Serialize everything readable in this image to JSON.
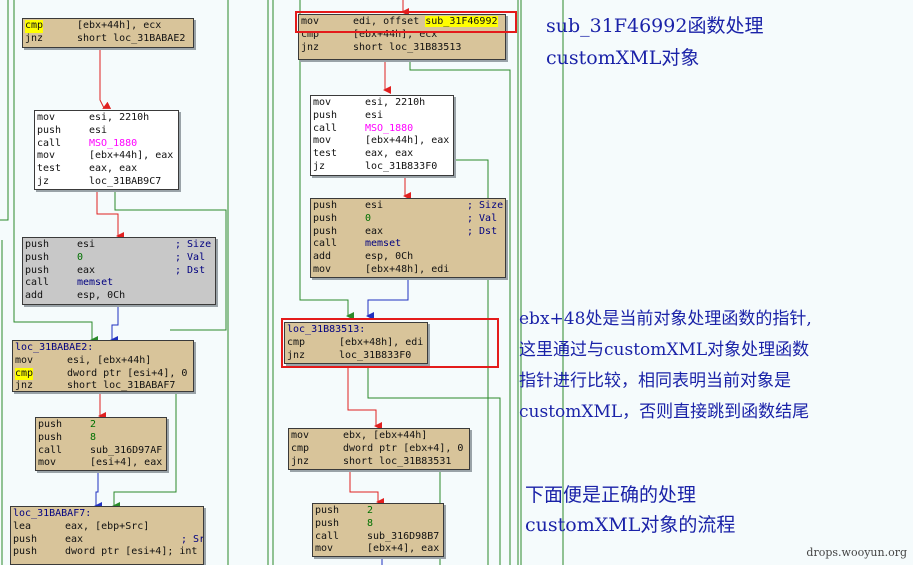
{
  "annotations": {
    "a1_line1": "sub_31F46992函数处理",
    "a1_line2": "customXML对象",
    "a2_line1": "ebx+48处是当前对象处理函数的指针,",
    "a2_line2": "这里通过与customXML对象处理函数",
    "a2_line3": "指针进行比较，相同表明当前对象是",
    "a2_line4": "customXML，否则直接跳到函数结尾",
    "a3_line1": "下面便是正确的处理",
    "a3_line2": "customXML对象的流程"
  },
  "watermark": "drops.wooyun.org",
  "left_graph": {
    "b1": [
      {
        "m": "cmp",
        "o": "[ebx+44h], ecx",
        "hl": "yellow"
      },
      {
        "m": "jnz",
        "o": "short loc_31BABAE2"
      }
    ],
    "b2": [
      {
        "m": "mov",
        "o": "esi, 2210h"
      },
      {
        "m": "push",
        "o": "esi"
      },
      {
        "m": "call",
        "o": "MSO_1880"
      },
      {
        "m": "mov",
        "o": "[ebx+44h], eax"
      },
      {
        "m": "test",
        "o": "eax, eax"
      },
      {
        "m": "jz",
        "o": "loc_31BAB9C7"
      }
    ],
    "b3": [
      {
        "m": "push",
        "o": "esi",
        "c": "; Size"
      },
      {
        "m": "push",
        "o": "0",
        "c": "; Val"
      },
      {
        "m": "push",
        "o": "eax",
        "c": "; Dst"
      },
      {
        "m": "call",
        "o": "memset"
      },
      {
        "m": "add",
        "o": "esp, 0Ch"
      }
    ],
    "b4_label": "loc_31BABAE2:",
    "b4": [
      {
        "m": "mov",
        "o": "esi, [ebx+44h]"
      },
      {
        "m": "cmp",
        "o": "dword ptr [esi+4], 0",
        "hl": "yellow"
      },
      {
        "m": "jnz",
        "o": "short loc_31BABAF7"
      }
    ],
    "b5": [
      {
        "m": "push",
        "o": "2"
      },
      {
        "m": "push",
        "o": "8"
      },
      {
        "m": "call",
        "o": "sub_316D97AF"
      },
      {
        "m": "mov",
        "o": "[esi+4], eax"
      }
    ],
    "b6_label": "loc_31BABAF7:",
    "b6": [
      {
        "m": "lea",
        "o": "eax, [ebp+Src]"
      },
      {
        "m": "push",
        "o": "eax",
        "c": "; Src"
      },
      {
        "m": "push",
        "o": "dword ptr [esi+4]; int"
      }
    ]
  },
  "right_graph": {
    "r1": [
      {
        "m": "mov",
        "o": "edi, offset sub_31F46992"
      },
      {
        "m": "cmp",
        "o": "[ebx+44h], ecx"
      },
      {
        "m": "jnz",
        "o": "short loc_31B83513"
      }
    ],
    "r2": [
      {
        "m": "mov",
        "o": "esi, 2210h"
      },
      {
        "m": "push",
        "o": "esi"
      },
      {
        "m": "call",
        "o": "MSO_1880"
      },
      {
        "m": "mov",
        "o": "[ebx+44h], eax"
      },
      {
        "m": "test",
        "o": "eax, eax"
      },
      {
        "m": "jz",
        "o": "loc_31B833F0"
      }
    ],
    "r3": [
      {
        "m": "push",
        "o": "esi",
        "c": "; Size"
      },
      {
        "m": "push",
        "o": "0",
        "c": "; Val"
      },
      {
        "m": "push",
        "o": "eax",
        "c": "; Dst"
      },
      {
        "m": "call",
        "o": "memset"
      },
      {
        "m": "add",
        "o": "esp, 0Ch"
      },
      {
        "m": "mov",
        "o": "[ebx+48h], edi"
      }
    ],
    "r4_label": "loc_31B83513:",
    "r4": [
      {
        "m": "cmp",
        "o": "[ebx+48h], edi"
      },
      {
        "m": "jnz",
        "o": "loc_31B833F0"
      }
    ],
    "r5": [
      {
        "m": "mov",
        "o": "ebx, [ebx+44h]"
      },
      {
        "m": "cmp",
        "o": "dword ptr [ebx+4], 0"
      },
      {
        "m": "jnz",
        "o": "short loc_31B83531"
      }
    ],
    "r6": [
      {
        "m": "push",
        "o": "2"
      },
      {
        "m": "push",
        "o": "8"
      },
      {
        "m": "call",
        "o": "sub_316D98B7"
      },
      {
        "m": "mov",
        "o": "[ebx+4], eax"
      }
    ]
  },
  "colors": {
    "block_tan": "#d8c49a",
    "edge_green": "#2a8a2a",
    "edge_red": "#e02020",
    "edge_blue": "#2030c0",
    "annotation": "#1a22a8",
    "highlight_box": "#e41b1b"
  }
}
